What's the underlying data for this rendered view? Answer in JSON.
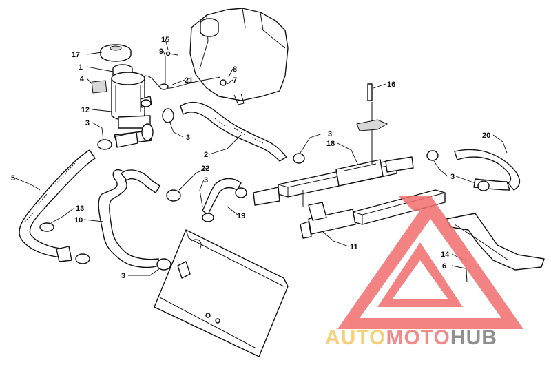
{
  "diagram": {
    "callouts": [
      "17",
      "1",
      "4",
      "12",
      "3",
      "3",
      "5",
      "13",
      "10",
      "3",
      "15",
      "9",
      "21",
      "8",
      "7",
      "2",
      "3",
      "22",
      "3",
      "19",
      "16",
      "18",
      "11",
      "20",
      "3",
      "14",
      "6"
    ]
  },
  "watermark": {
    "part1": "AUTO",
    "part2": "MOTO",
    "part3": "HUB",
    "triangle_color": "#f26d6d",
    "text_colors": [
      "#f6cf7a",
      "#f18a8a",
      "#8f8f8f"
    ]
  }
}
